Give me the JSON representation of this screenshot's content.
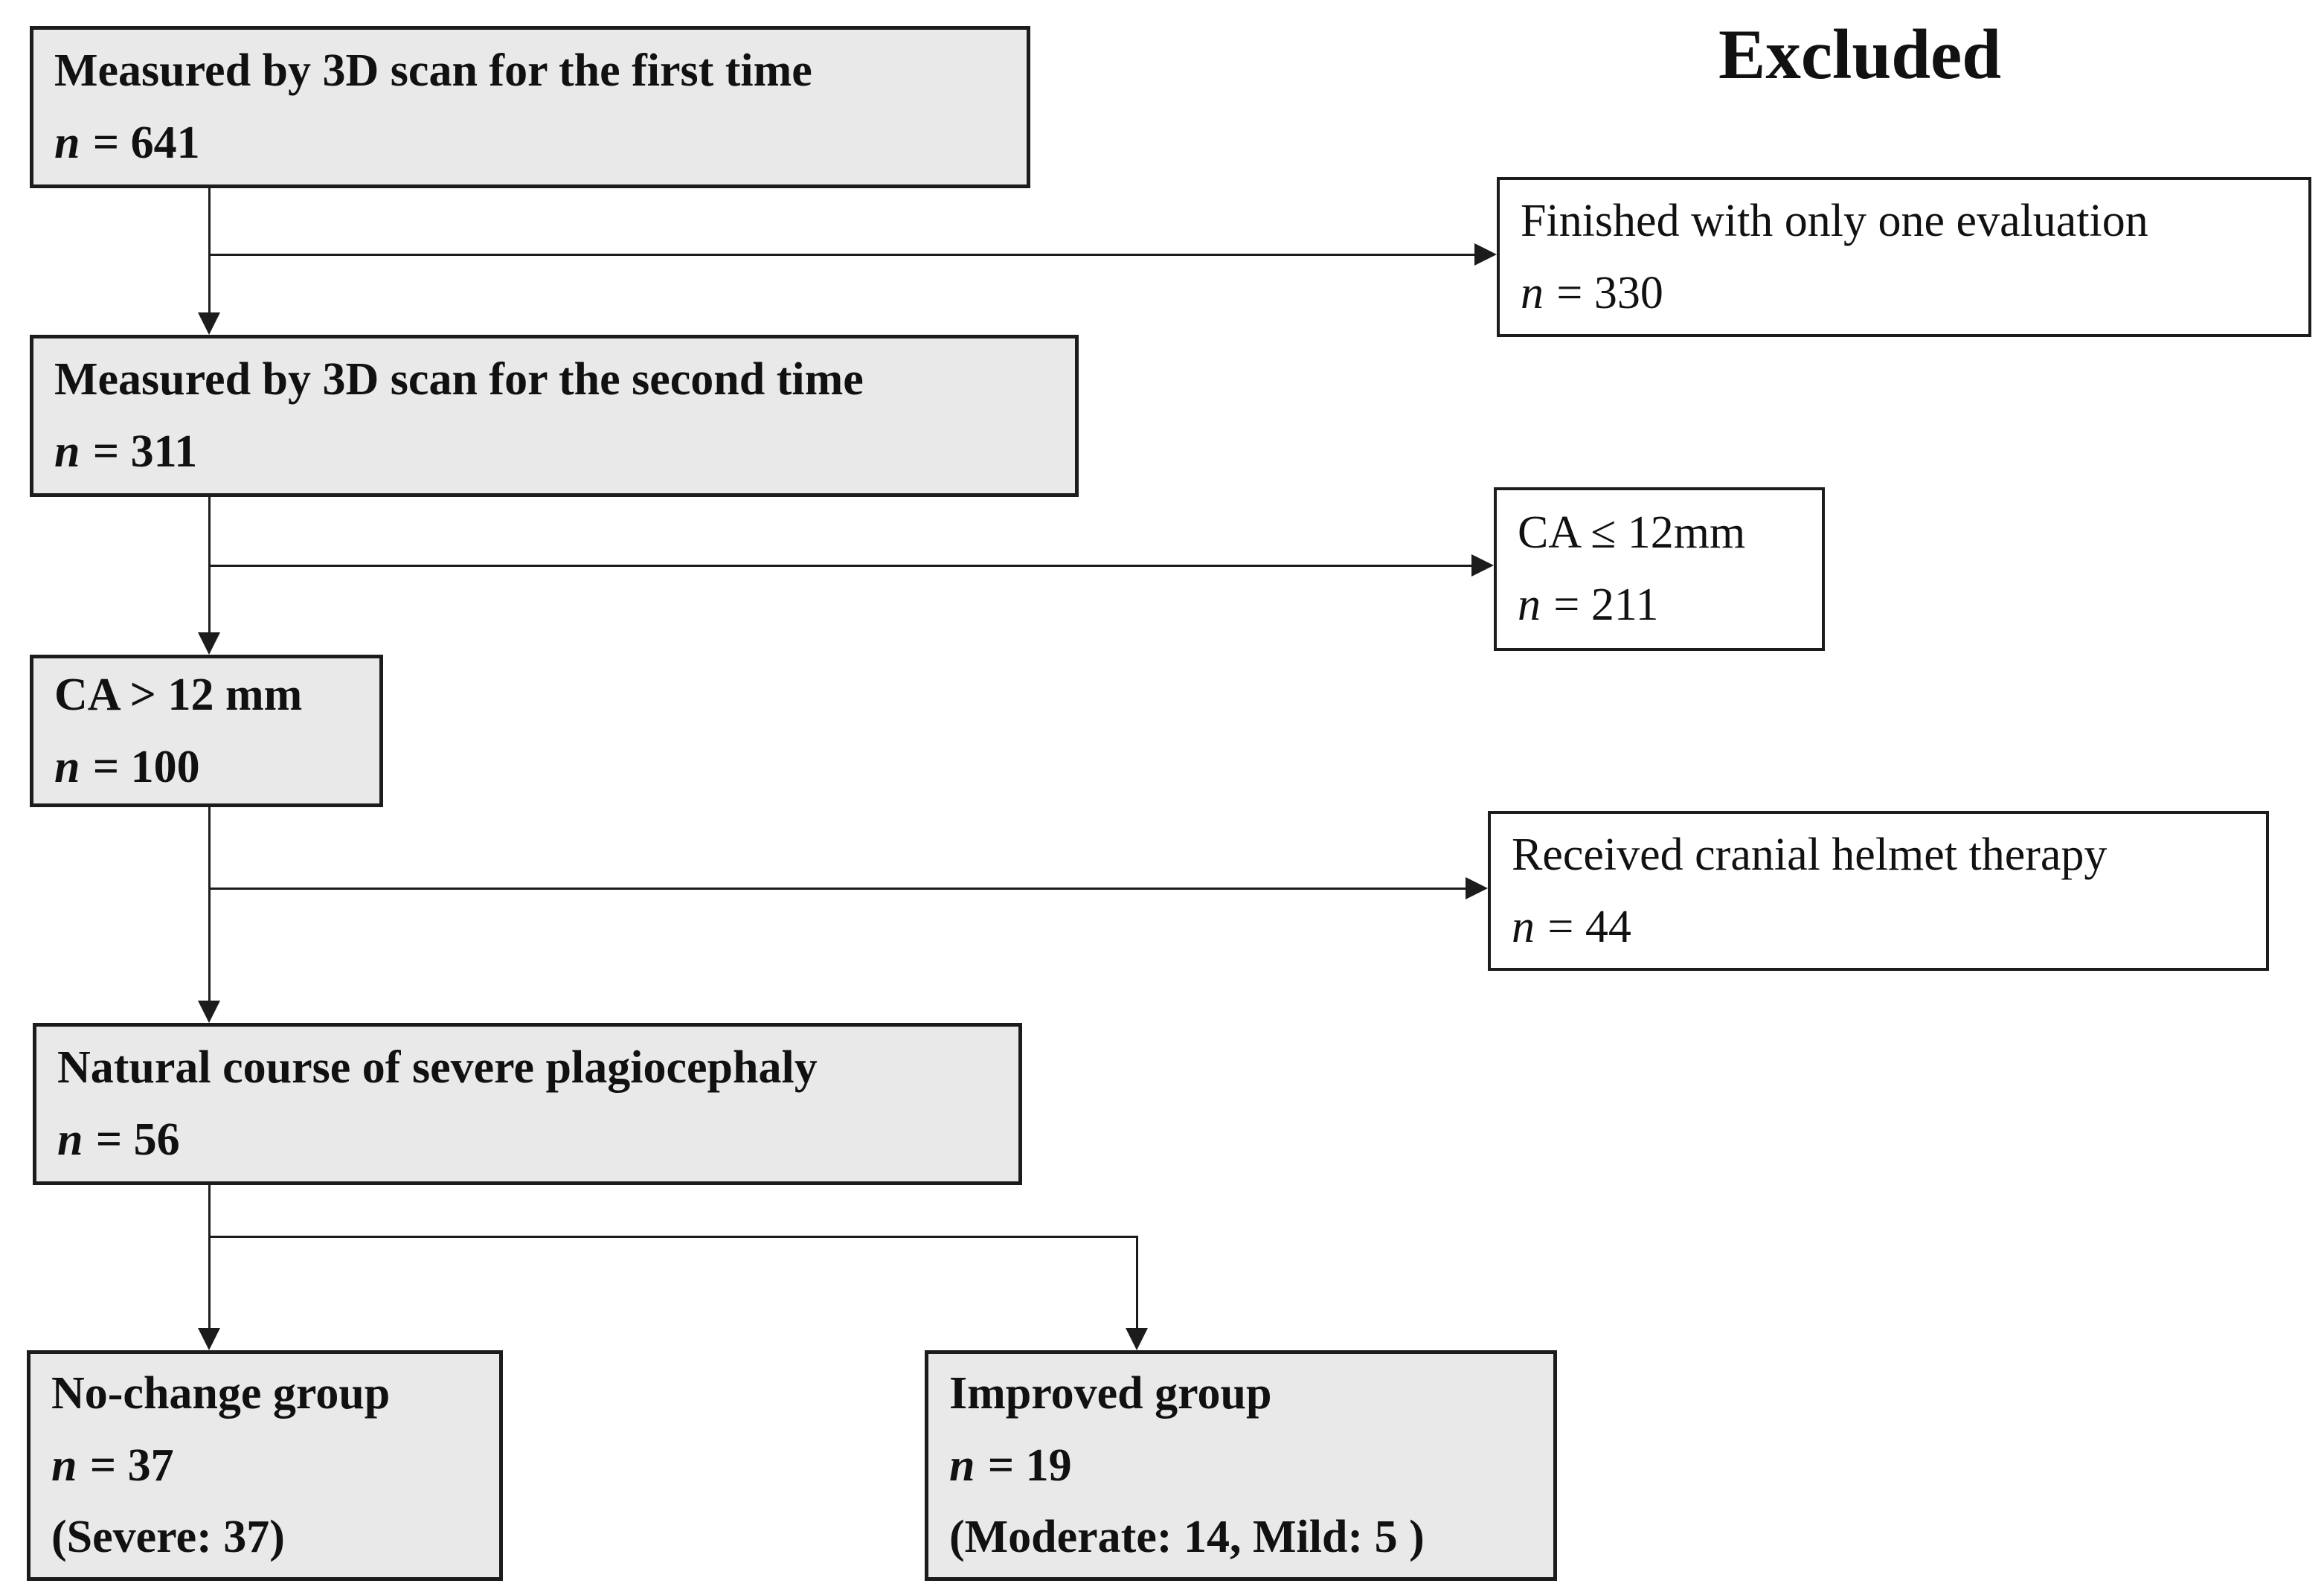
{
  "diagram": {
    "excluded_title": "Excluded",
    "nodes": {
      "first_scan": {
        "title": "Measured by 3D scan for the first time",
        "n_label": "n",
        "n_value": "= 641"
      },
      "one_evaluation": {
        "title": "Finished with only one evaluation",
        "n_label": "n",
        "n_value": "= 330"
      },
      "second_scan": {
        "title": "Measured by 3D scan for the second time",
        "n_label": "n",
        "n_value": "= 311"
      },
      "ca_le_12": {
        "title": "CA ≤ 12mm",
        "n_label": "n",
        "n_value": "= 211"
      },
      "ca_gt_12": {
        "title": "CA > 12 mm",
        "n_label": "n",
        "n_value": "= 100"
      },
      "helmet": {
        "title": "Received cranial helmet therapy",
        "n_label": "n",
        "n_value": "= 44"
      },
      "natural_course": {
        "title": "Natural course of severe plagiocephaly",
        "n_label": "n",
        "n_value": "= 56"
      },
      "no_change": {
        "title": "No-change group",
        "n_label": "n",
        "n_value": "= 37",
        "detail": "(Severe: 37)"
      },
      "improved": {
        "title": "Improved group",
        "n_label": "n",
        "n_value": "= 19",
        "detail": "(Moderate: 14, Mild: 5 )"
      }
    },
    "colors": {
      "main_box_fill": "#e9e9e9",
      "excluded_box_fill": "#ffffff",
      "border": "#1c1c1c",
      "background": "#ffffff"
    }
  }
}
